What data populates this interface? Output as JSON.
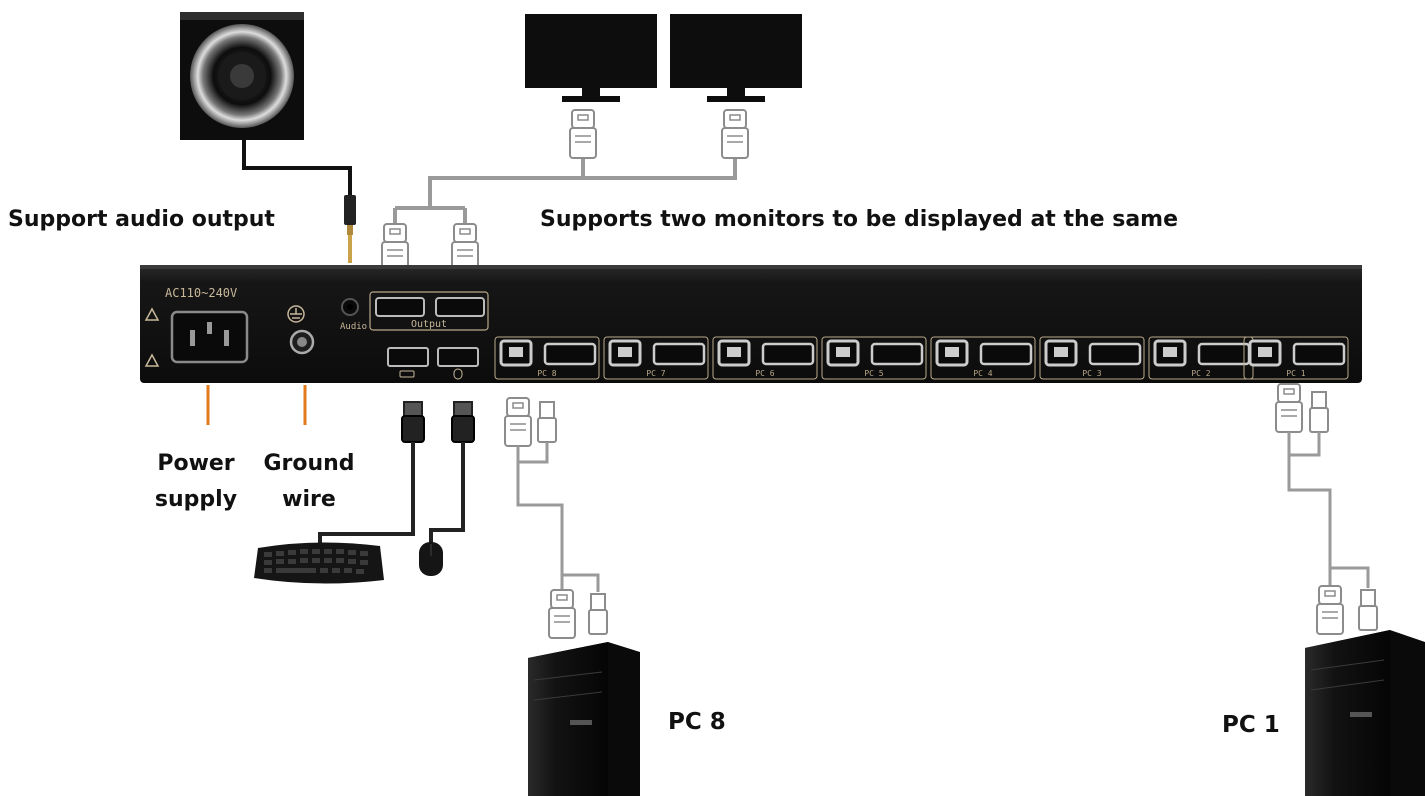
{
  "labels": {
    "audio_output": "Support audio output",
    "dual_monitor": "Supports two monitors to be displayed at the same",
    "power_supply": "Power supply",
    "ground_wire": "Ground wire",
    "pc_8": "PC 8",
    "pc_1": "PC 1"
  },
  "panel": {
    "voltage": "AC110~240V",
    "audio_port": "Audio",
    "output_group": "Output",
    "pc_ports": [
      "PC 8",
      "PC 7",
      "PC 6",
      "PC 5",
      "PC 4",
      "PC 3",
      "PC 2",
      "PC 1"
    ]
  },
  "colors": {
    "panel": "#141414",
    "port_outline": "#b9a98a",
    "callout_line": "#e27a1e",
    "cable_gray": "#9a9a9a",
    "device_black": "#0d0d0d"
  },
  "icons": [
    "speaker-icon",
    "monitor-icon",
    "keyboard-icon",
    "mouse-icon",
    "pc-tower-icon",
    "hdmi-connector-icon",
    "usb-connector-icon",
    "ground-symbol-icon",
    "warning-icon"
  ]
}
